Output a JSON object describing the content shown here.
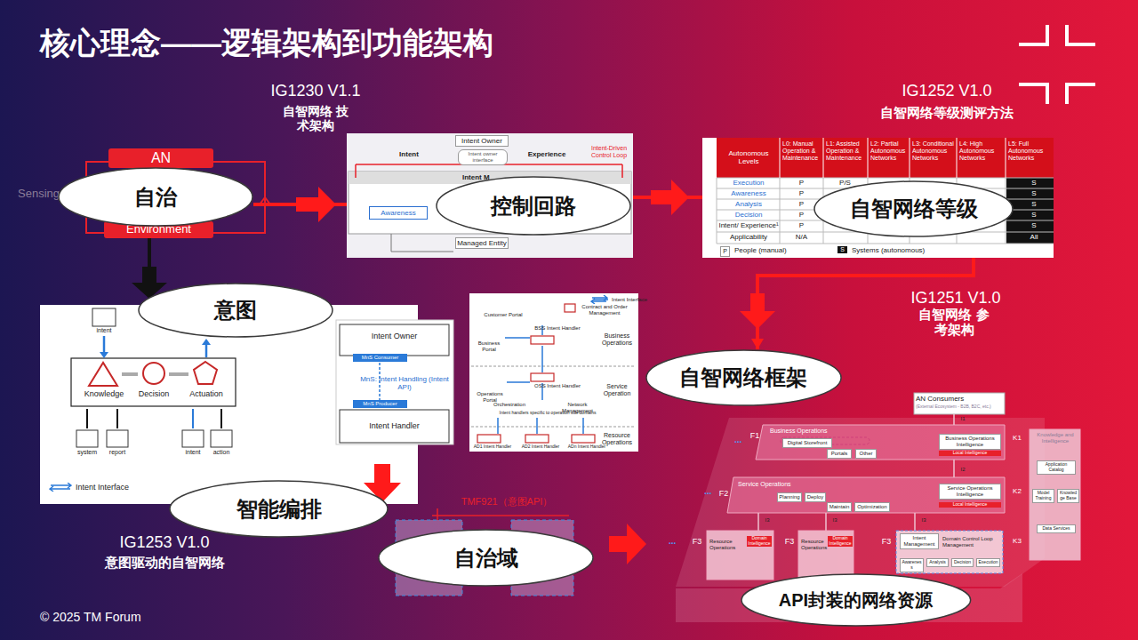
{
  "diagram": {
    "title": "核心理念——逻辑架构到功能架构",
    "nodes": [
      {
        "text": [
          "自治"
        ]
      },
      {
        "text": [
          "控制回路"
        ]
      },
      {
        "text": [
          "自智网络等级"
        ]
      },
      {
        "text": [
          "意图"
        ]
      },
      {
        "text": [
          "自智网络框架"
        ]
      },
      {
        "text": [
          "智能编排"
        ]
      },
      {
        "text": [
          "自治域"
        ]
      },
      {
        "text": [
          "API封装的网络资源"
        ]
      }
    ],
    "edges": [
      {
        "from": 0,
        "to": 1,
        "arrow": "to"
      },
      {
        "from": 1,
        "to": 2,
        "arrow": "to"
      },
      {
        "from": 2,
        "to": 4,
        "arrow": "to"
      },
      {
        "from": 0,
        "to": 3,
        "arrow": "to"
      }
    ],
    "labels": [
      "IG1230 V1.1",
      "自智网络 技术架构",
      "IG1252 V1.0",
      "自智网络等级测评方法",
      "IG1251 V1.0",
      "自智网络 参考架构",
      "IG1253 V1.0",
      "意图驱动的自智网络",
      "© 2025 TM Forum",
      "AN",
      "Environment",
      "Sensing",
      "Intent Owner",
      "Intent owner interface",
      "Intent",
      "Experience",
      "Intent-Driven Control Loop",
      "Intent M",
      "Awareness",
      "Managed Entity",
      "Autonomous Levels",
      "L0: Manual Operation & Maintenance",
      "L1: Assisted Operation & Maintenance",
      "L2: Partial Autonomous Networks",
      "L3: Conditional Autonomous Networks",
      "L4: High Autonomous Networks",
      "L5: Full Autonomous Networks",
      "Execution",
      "Awareness",
      "Analysis",
      "Decision",
      "Intent/ Experience¹",
      "Applicability",
      "P",
      "P",
      "P",
      "P",
      "P",
      "N/A",
      "P/S",
      "S",
      "S",
      "S",
      "S",
      "S",
      "All",
      "P",
      "People (manual)",
      "S",
      "Systems (autonomous)",
      "intent",
      "Knowledge",
      "Decision",
      "Actuation",
      "system",
      "report",
      "intent",
      "action",
      "Intent Owner",
      "MnS Consumer",
      "MnS: Intent Handling (Intent API)",
      "MnS Producer",
      "Intent Handler",
      "Customer Portal",
      "Contract and Order Management",
      "Business Portal",
      "BSS Intent Handler",
      "Business Operations",
      "Operations Portal",
      "OSS Intent Handler",
      "Service Operation",
      "Orchestration",
      "Network Management",
      "Intent handlers specific to operation sub-domains",
      "Resource Operations",
      "AD1 Intent Handler",
      "AD2 Intent Handler",
      "ADn Intent Handler",
      "TMF921（意图API）",
      "AN Consumers",
      "(External Ecosystem - B2B, B2C, etc.)",
      "I1",
      "F1",
      "Business Operations",
      "Digital Storefront",
      "Portals",
      "Other",
      "Business Operations Intelligence",
      "Local Intelligence",
      "I2",
      "F2",
      "Service Operations",
      "Planning",
      "Deploy",
      "Maintain",
      "Optimization",
      "Service Operations Intelligence",
      "Local Intelligence",
      "I3",
      "I3",
      "I3",
      "F3",
      "Resource Operations",
      "Domain Intelligence",
      "F3",
      "Resource Operations",
      "Domain Intelligence",
      "F3",
      "Intent Management",
      "Domain Control Loop Management",
      "Awareness",
      "Analysis",
      "Decision",
      "Execution",
      "K1",
      "K2",
      "K3",
      "Knowledge and Intelligence",
      "Application Catalog",
      "Model Training",
      "Knowledge Base",
      "Data Services",
      "...",
      "...",
      "..."
    ],
    "legend": [
      {
        "text": "Intent Interface"
      },
      {
        "text": "Intent Interface"
      }
    ]
  }
}
